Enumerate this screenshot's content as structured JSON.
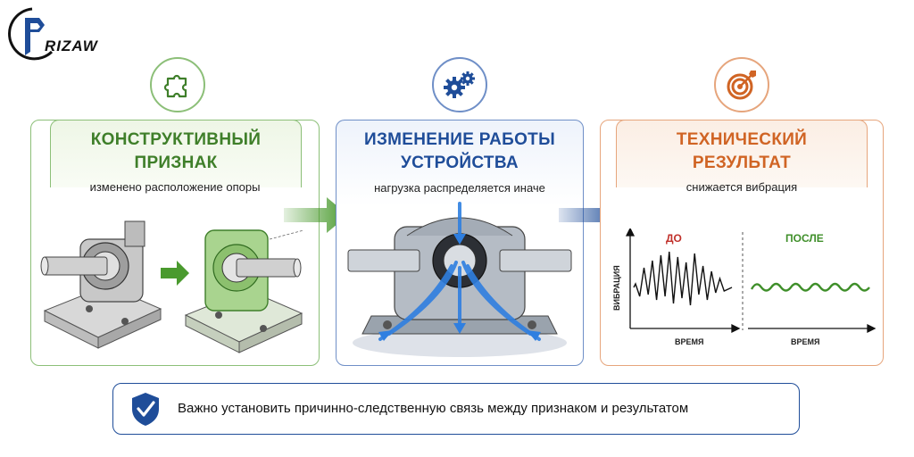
{
  "logo": {
    "text": "RIZAW"
  },
  "cards": [
    {
      "title_line1": "КОНСТРУКТИВНЫЙ",
      "title_line2": "ПРИЗНАК",
      "subtitle": "изменено расположение опоры",
      "icon": "puzzle-icon",
      "color": "#3f7f2a"
    },
    {
      "title_line1": "ИЗМЕНЕНИЕ РАБОТЫ",
      "title_line2": "УСТРОЙСТВА",
      "subtitle": "нагрузка распределяется иначе",
      "icon": "gears-icon",
      "color": "#1f4d99"
    },
    {
      "title_line1": "ТЕХНИЧЕСКИЙ",
      "title_line2": "РЕЗУЛЬТАТ",
      "subtitle": "снижается вибрация",
      "icon": "target-icon",
      "color": "#d06424"
    }
  ],
  "vibration_chart": {
    "before_label": "ДО",
    "after_label": "ПОСЛЕ",
    "ylabel": "ВИБРАЦИЯ",
    "xlabel_before": "ВРЕМЯ",
    "xlabel_after": "ВРЕМЯ",
    "before_color": "#111111",
    "after_color": "#3f8f2a",
    "before_label_color": "#c0302a",
    "after_label_color": "#3f8f2a"
  },
  "banner": {
    "text": "Важно установить причинно-следственную связь между признаком и результатом",
    "icon": "shield-check-icon"
  }
}
